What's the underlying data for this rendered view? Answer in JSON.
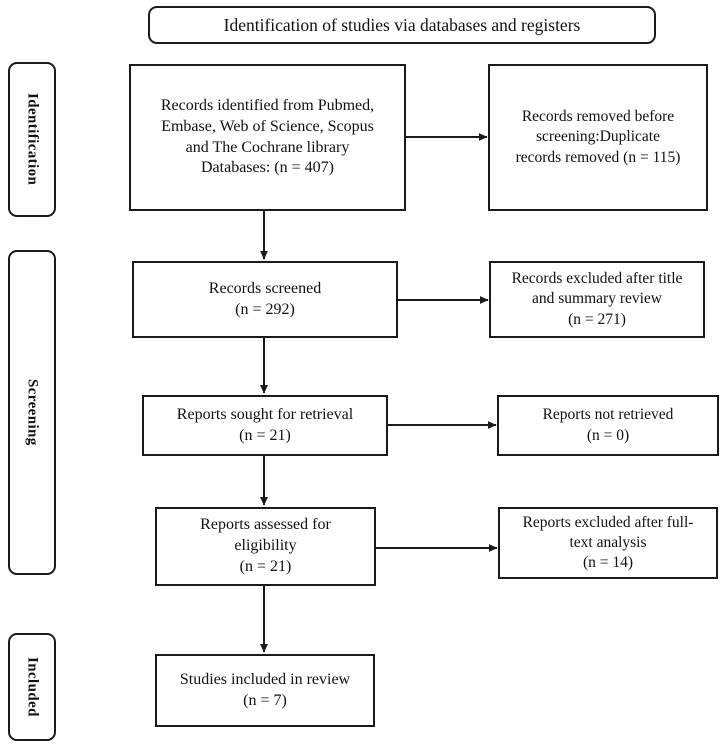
{
  "diagram": {
    "title": "Identification of studies via databases and registers",
    "type": "prisma-flow-diagram"
  },
  "banner": {
    "label": "Identification of studies via databases and registers"
  },
  "stages": [
    {
      "id": "identification",
      "label": "Identification"
    },
    {
      "id": "screening",
      "label": "Screening"
    },
    {
      "id": "included",
      "label": "Included"
    }
  ],
  "main_flow": [
    {
      "id": "records-identified",
      "label": "Records identified from Pubmed,\nEmbase, Web of Science, Scopus\nand The Cochrane library\nDatabases: (n = 407)",
      "count": 407
    },
    {
      "id": "records-screened",
      "label": "Records screened\n(n = 292)",
      "count": 292
    },
    {
      "id": "reports-sought",
      "label": "Reports sought for retrieval\n(n = 21)",
      "count": 21
    },
    {
      "id": "reports-assessed",
      "label": "Reports assessed for\neligibility\n(n = 21)",
      "count": 21
    },
    {
      "id": "studies-included",
      "label": "Studies included in review\n(n = 7)",
      "count": 7
    }
  ],
  "exclusions": [
    {
      "id": "records-removed",
      "label": "Records removed before\nscreening:Duplicate\nrecords removed (n = 115)",
      "count": 115
    },
    {
      "id": "records-excluded",
      "label": "Records excluded after title\nand summary review\n(n = 271)",
      "count": 271
    },
    {
      "id": "reports-not-retrieved",
      "label": "Reports not retrieved\n(n = 0)",
      "count": 0
    },
    {
      "id": "reports-excluded",
      "label": "Reports excluded after full-\ntext analysis\n(n = 14)",
      "count": 14
    }
  ],
  "chart_data": {
    "type": "diagram",
    "title": "Identification of studies via databases and registers",
    "nodes": [
      {
        "stage": "Identification",
        "label": "Records identified from Pubmed, Embase, Web of Science, Scopus and The Cochrane library Databases",
        "n": 407
      },
      {
        "stage": "Identification",
        "label": "Records removed before screening:Duplicate records removed",
        "n": 115
      },
      {
        "stage": "Screening",
        "label": "Records screened",
        "n": 292
      },
      {
        "stage": "Screening",
        "label": "Records excluded after title and summary review",
        "n": 271
      },
      {
        "stage": "Screening",
        "label": "Reports sought for retrieval",
        "n": 21
      },
      {
        "stage": "Screening",
        "label": "Reports not retrieved",
        "n": 0
      },
      {
        "stage": "Screening",
        "label": "Reports assessed for eligibility",
        "n": 21
      },
      {
        "stage": "Screening",
        "label": "Reports excluded after full-text analysis",
        "n": 14
      },
      {
        "stage": "Included",
        "label": "Studies included in review",
        "n": 7
      }
    ],
    "edges": [
      {
        "from": "Records identified",
        "to": "Records removed before screening",
        "direction": "right"
      },
      {
        "from": "Records identified",
        "to": "Records screened",
        "direction": "down"
      },
      {
        "from": "Records screened",
        "to": "Records excluded after title and summary review",
        "direction": "right"
      },
      {
        "from": "Records screened",
        "to": "Reports sought for retrieval",
        "direction": "down"
      },
      {
        "from": "Reports sought for retrieval",
        "to": "Reports not retrieved",
        "direction": "right"
      },
      {
        "from": "Reports sought for retrieval",
        "to": "Reports assessed for eligibility",
        "direction": "down"
      },
      {
        "from": "Reports assessed for eligibility",
        "to": "Reports excluded after full-text analysis",
        "direction": "right"
      },
      {
        "from": "Reports assessed for eligibility",
        "to": "Studies included in review",
        "direction": "down"
      }
    ]
  }
}
